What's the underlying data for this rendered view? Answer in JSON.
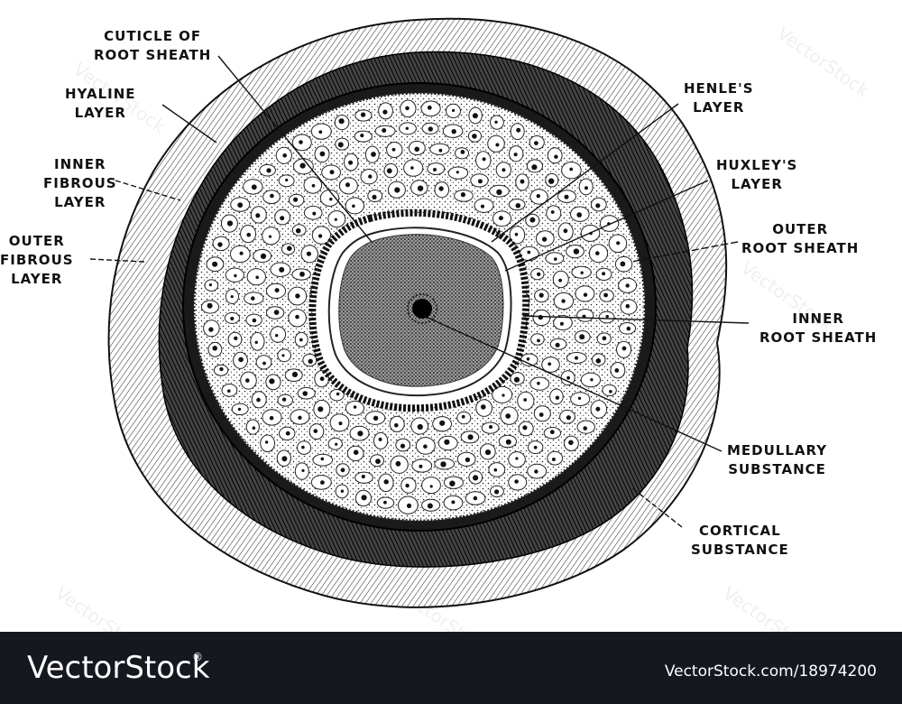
{
  "labels": {
    "cuticle_of_root_sheath": "CUTICLE OF\nROOT SHEATH",
    "hyaline_layer": "HYALINE\nLAYER",
    "inner_fibrous_layer": "INNER\nFIBROUS\nLAYER",
    "outer_fibrous_layer": "OUTER\nFIBROUS\nLAYER",
    "henles_layer": "HENLE'S\nLAYER",
    "huxleys_layer": "HUXLEY'S\nLAYER",
    "outer_root_sheath": "OUTER\nROOT SHEATH",
    "inner_root_sheath": "INNER\nROOT SHEATH",
    "medullary_substance": "MEDULLARY\nSUBSTANCE",
    "cortical_substance": "CORTICAL\nSUBSTANCE"
  },
  "footer": {
    "brand": "VectorStock",
    "brand_mark": "®",
    "image_code": "VectorStock.com/18974200"
  },
  "colors": {
    "ink": "#111111",
    "paper": "#ffffff",
    "footer_bg": "#161820"
  }
}
